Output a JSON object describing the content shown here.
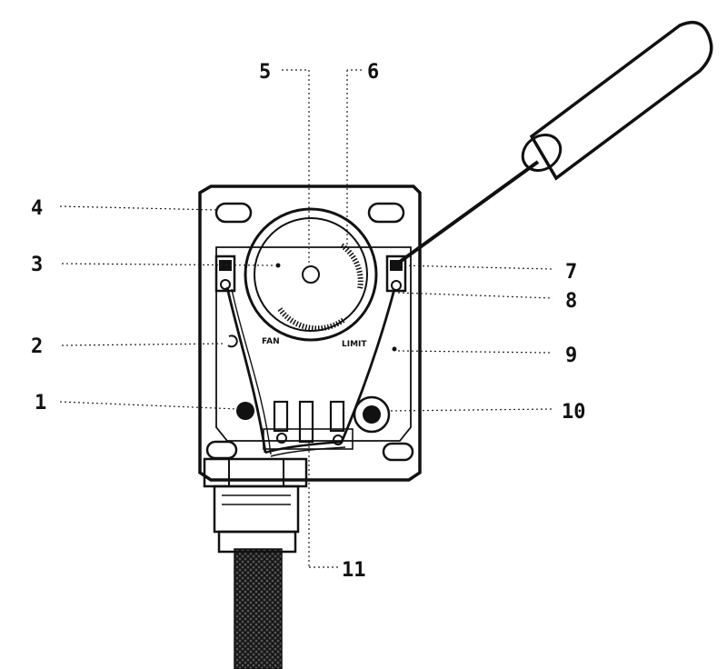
{
  "callouts": {
    "c1": "1",
    "c2": "2",
    "c3": "3",
    "c4": "4",
    "c5": "5",
    "c6": "6",
    "c7": "7",
    "c8": "8",
    "c9": "9",
    "c10": "10",
    "c11": "11"
  },
  "dial": {
    "left_label": "FAN",
    "right_label": "LIMIT"
  },
  "colors": {
    "ink": "#111111",
    "paper": "#ffffff"
  }
}
